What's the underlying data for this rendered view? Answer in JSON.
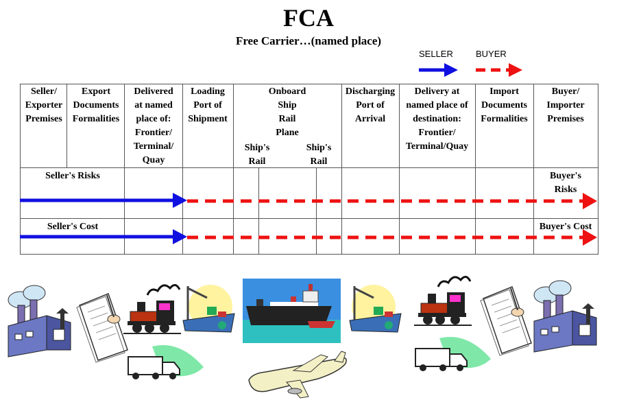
{
  "title": "FCA",
  "subtitle": "Free Carrier…(named place)",
  "legend": {
    "seller_label": "SELLER",
    "buyer_label": "BUYER",
    "seller_color": "#1010e0",
    "buyer_color": "#ee1111"
  },
  "columns": [
    {
      "id": "seller-premises",
      "lines": [
        "Seller/",
        "Exporter",
        "Premises"
      ]
    },
    {
      "id": "export-documents",
      "lines": [
        "Export",
        "Documents",
        "Formalities"
      ]
    },
    {
      "id": "delivered-named-place",
      "lines": [
        "Delivered",
        "at named",
        "place of:",
        "Frontier/",
        "Terminal/",
        "Quay"
      ]
    },
    {
      "id": "loading-port",
      "lines": [
        "Loading",
        "Port of",
        "Shipment"
      ]
    },
    {
      "id": "onboard",
      "lines": [
        "Onboard",
        "Ship",
        "Rail",
        "Plane"
      ]
    },
    {
      "id": "discharging-port",
      "lines": [
        "Discharging",
        "Port of",
        "Arrival"
      ]
    },
    {
      "id": "delivery-destination",
      "lines": [
        "Delivery at",
        "named place of",
        "destination:",
        "Frontier/",
        "Terminal/Quay"
      ]
    },
    {
      "id": "import-documents",
      "lines": [
        "Import",
        "Documents",
        "Formalities"
      ]
    },
    {
      "id": "buyer-premises",
      "lines": [
        "Buyer/",
        "Importer",
        "Premises"
      ]
    }
  ],
  "ships_rail_left": [
    "Ship's",
    "Rail"
  ],
  "ships_rail_right": [
    "Ship's",
    "Rail"
  ],
  "rows": {
    "seller_risks": "Seller's Risks",
    "buyer_risks": [
      "Buyer's",
      "Risks"
    ],
    "seller_cost": "Seller's Cost",
    "buyer_cost": "Buyer's Cost"
  },
  "icons": [
    "factory-icon",
    "document-signing-icon",
    "train-icon",
    "port-crane-icon",
    "cargo-ship-icon",
    "port-crane-icon",
    "train-icon",
    "document-signing-icon",
    "factory-icon",
    "truck-icon",
    "airplane-icon",
    "truck-icon"
  ]
}
